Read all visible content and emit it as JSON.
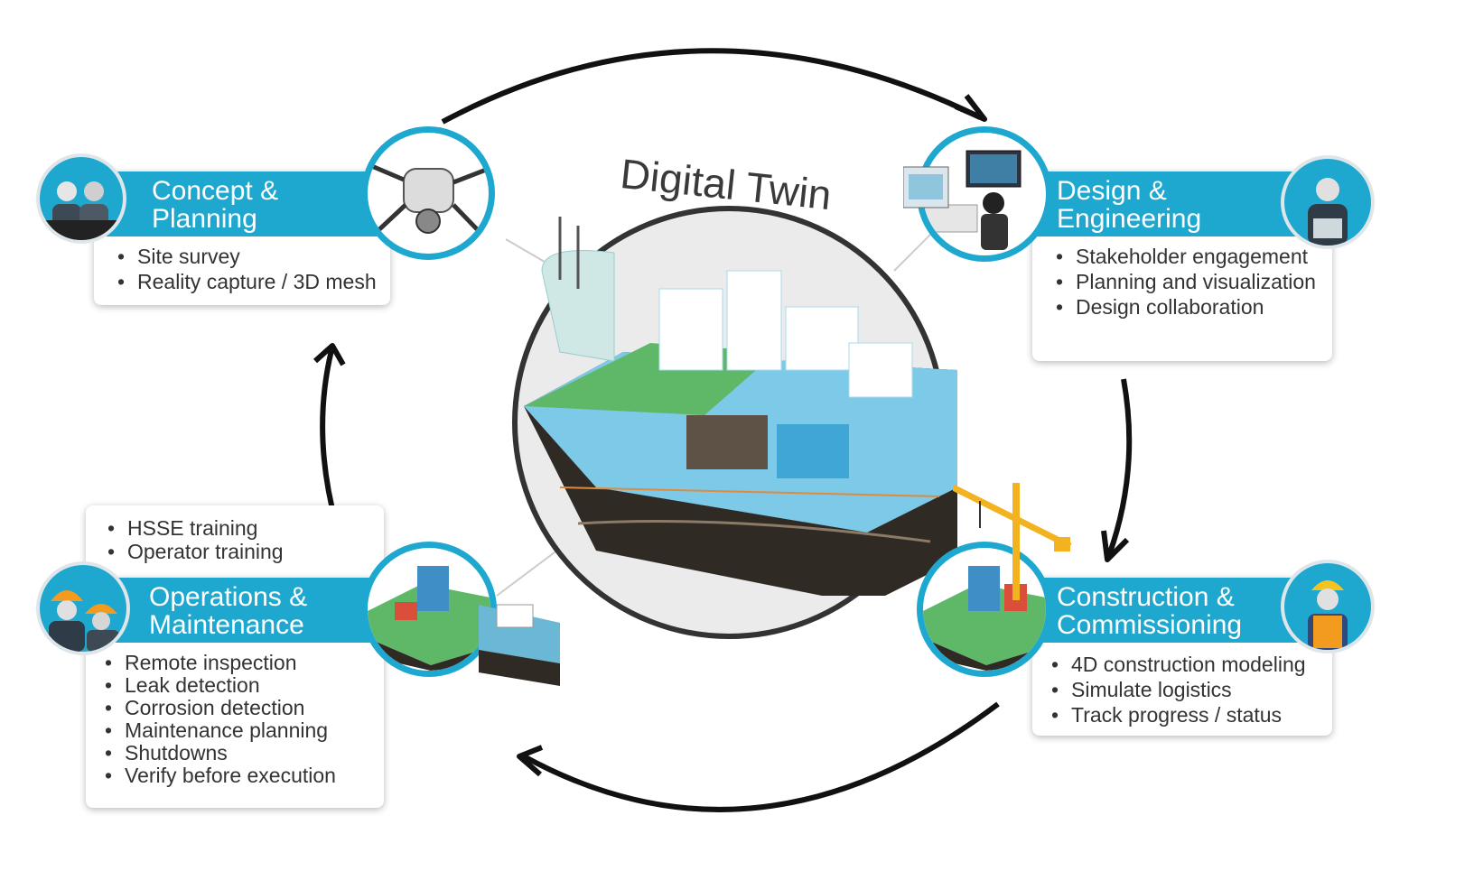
{
  "title": "Digital Twin",
  "stages": {
    "concept": {
      "title_line1": "Concept &",
      "title_line2": "Planning",
      "items": [
        "Site survey",
        "Reality capture / 3D mesh"
      ]
    },
    "design": {
      "title_line1": "Design &",
      "title_line2": "Engineering",
      "items": [
        "Stakeholder engagement",
        "Planning and visualization",
        "Design collaboration"
      ]
    },
    "construction": {
      "title_line1": "Construction &",
      "title_line2": "Commissioning",
      "items": [
        "4D construction modeling",
        "Simulate logistics",
        "Track progress / status"
      ]
    },
    "operations": {
      "title_line1": "Operations &",
      "title_line2": "Maintenance",
      "training_items": [
        "HSSE training",
        "Operator training"
      ],
      "items": [
        "Remote inspection",
        "Leak detection",
        "Corrosion detection",
        "Maintenance planning",
        "Shutdowns",
        "Verify before execution"
      ]
    }
  },
  "icons": {
    "cycle": "cycle-arrows",
    "center": "city-model-icon",
    "concept": "drone-icon",
    "design": "workstation-icon",
    "construction": "crane-icon",
    "operations": "facility-model-icon"
  },
  "colors": {
    "accent": "#1fa8cf",
    "text": "#333333",
    "arrow": "#111111"
  }
}
